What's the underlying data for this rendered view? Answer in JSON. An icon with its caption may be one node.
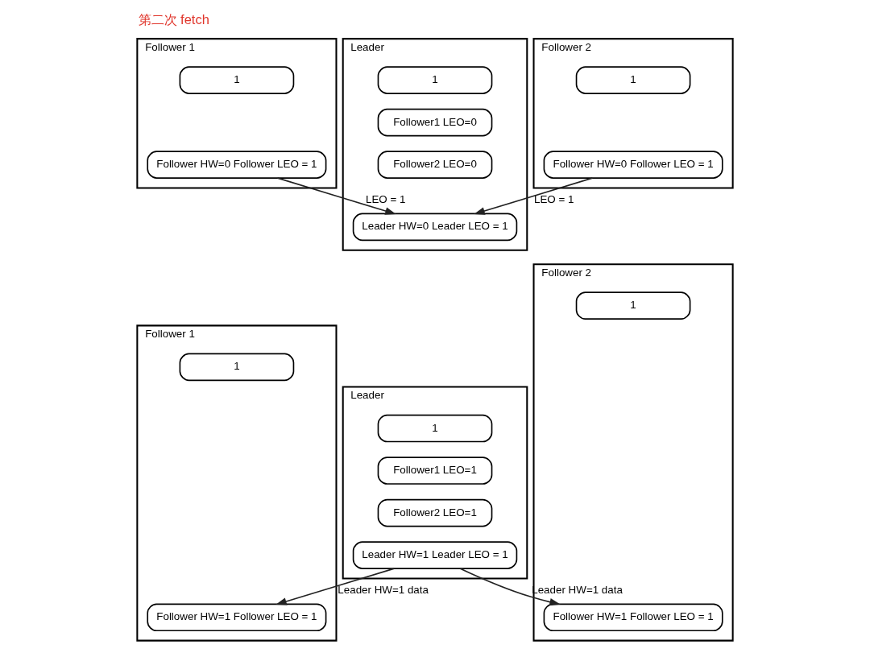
{
  "diagram": {
    "title": "第二次 fetch",
    "nodes": [
      {
        "text": [
          "Leader"
        ]
      },
      {
        "text": [
          "1"
        ],
        "in": 0
      },
      {
        "text": [
          "Follower1 LEO=0"
        ],
        "in": 0
      },
      {
        "text": [
          "Follower2 LEO=0"
        ],
        "in": 0
      },
      {
        "text": [
          "Leader HW=0 Leader LEO = 1"
        ],
        "in": 0
      },
      {
        "text": [
          "Follower 1"
        ]
      },
      {
        "text": [
          "1"
        ],
        "in": 5
      },
      {
        "text": [
          "Follower HW=0 Follower LEO = 1"
        ],
        "in": 5
      },
      {
        "text": [
          "Follower 2"
        ]
      },
      {
        "text": [
          "1"
        ],
        "in": 8
      },
      {
        "text": [
          "Follower HW=0 Follower LEO = 1"
        ],
        "in": 8
      },
      {
        "text": [
          "Leader"
        ]
      },
      {
        "text": [
          "1"
        ],
        "in": 11
      },
      {
        "text": [
          "Follower1 LEO=1"
        ],
        "in": 11
      },
      {
        "text": [
          "Follower2 LEO=1"
        ],
        "in": 11
      },
      {
        "text": [
          "Leader HW=1 Leader LEO = 1"
        ],
        "in": 11
      },
      {
        "text": [
          "Follower 1"
        ]
      },
      {
        "text": [
          "1"
        ],
        "in": 16
      },
      {
        "text": [
          "Follower HW=1 Follower LEO = 1"
        ],
        "in": 16
      },
      {
        "text": [
          "Follower 2"
        ]
      },
      {
        "text": [
          "1"
        ],
        "in": 19
      },
      {
        "text": [
          "Follower HW=1 Follower LEO = 1"
        ],
        "in": 19
      }
    ],
    "edges": [
      {
        "from": 7,
        "to": 4,
        "arrow": "to",
        "label": "LEO = 1"
      },
      {
        "from": 10,
        "to": 4,
        "arrow": "to",
        "label": "LEO = 1"
      },
      {
        "from": 15,
        "to": 18,
        "arrow": "to",
        "label": "Leader HW=1 data"
      },
      {
        "from": 15,
        "to": 21,
        "arrow": "to",
        "label": "Leader HW=1 data"
      }
    ]
  }
}
